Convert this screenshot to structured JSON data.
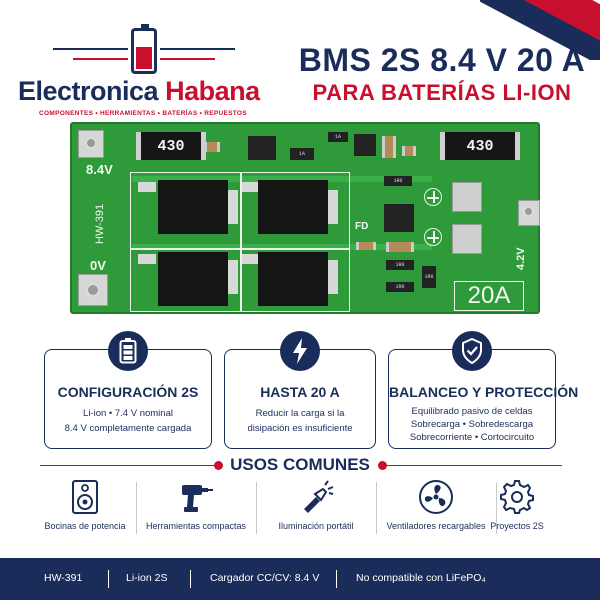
{
  "brand": {
    "name_part1": "Electronica",
    "name_part2": "Habana",
    "tagline": "COMPONENTES • HERRAMIENTAS • BATERÍAS • REPUESTOS"
  },
  "heading": {
    "title": "BMS 2S 8.4 V 20 A",
    "subtitle": "PARA BATERÍAS LI-ION"
  },
  "board": {
    "resistor_left": "430",
    "resistor_right": "430",
    "label_8v4": "8.4V",
    "label_model": "HW-391",
    "label_0v": "0V",
    "label_4v2": "4.2V",
    "label_fd": "FD",
    "label_current": "20A",
    "smd_1a_top": "1A",
    "smd_1a_bottom": "1A",
    "smd_1r0_a": "1R0",
    "smd_1r0_b": "1R0",
    "smd_1r0_c": "1R0",
    "smd_1r0_d": "1R0"
  },
  "features": [
    {
      "icon": "battery-icon",
      "title": "CONFIGURACIÓN 2S",
      "line1": "Li-ion • 7.4 V nominal",
      "line2": "8.4 V completamente cargada"
    },
    {
      "icon": "lightning-icon",
      "title": "HASTA 20 A",
      "line1": "Reducir la carga si la",
      "line2": "disipación es insuficiente"
    },
    {
      "icon": "shield-check-icon",
      "title": "BALANCEO Y PROTECCIÓN",
      "line1": "Equilibrado pasivo de celdas",
      "line2": "Sobrecarga • Sobredescarga",
      "line3": "Sobrecorriente • Cortocircuito"
    }
  ],
  "uses": {
    "title": "USOS COMUNES",
    "items": [
      {
        "icon": "speaker-icon",
        "label": "Bocinas de potencia"
      },
      {
        "icon": "drill-icon",
        "label": "Herramientas compactas"
      },
      {
        "icon": "flashlight-icon",
        "label": "Iluminación portátil"
      },
      {
        "icon": "fan-icon",
        "label": "Ventiladores recargables"
      },
      {
        "icon": "gear-icon",
        "label": "Proyectos 2S"
      }
    ]
  },
  "footer": [
    "HW-391",
    "Li-ion 2S",
    "Cargador CC/CV: 8.4 V",
    "No compatible con LiFePO₄"
  ],
  "colors": {
    "navy": "#1a2d5a",
    "red": "#c8102e",
    "pcb_green": "#2f9a3a"
  }
}
